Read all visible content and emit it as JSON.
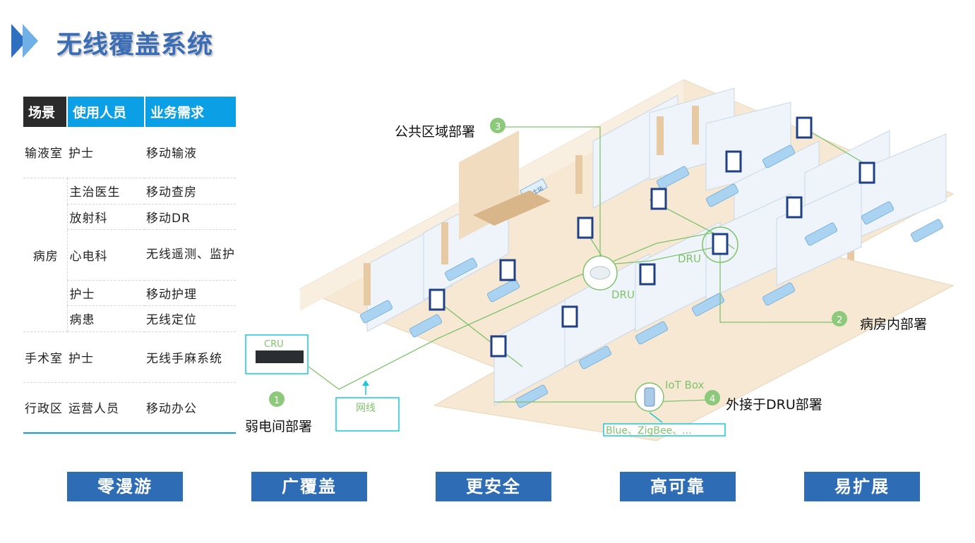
{
  "title": "无线覆盖系统",
  "table": {
    "headers": [
      "场景",
      "使用人员",
      "业务需求"
    ],
    "rows": [
      {
        "scene": "输液室",
        "person": "护士",
        "need": "移动输液"
      },
      {
        "scene": "病房",
        "person": "主治医生",
        "need": "移动查房"
      },
      {
        "scene": "",
        "person": "放射科",
        "need": "移动DR"
      },
      {
        "scene": "",
        "person": "心电科",
        "need": "无线遥测、监护"
      },
      {
        "scene": "",
        "person": "护士",
        "need": "移动护理"
      },
      {
        "scene": "",
        "person": "病患",
        "need": "无线定位"
      },
      {
        "scene": "手术室",
        "person": "护士",
        "need": "无线手麻系统"
      },
      {
        "scene": "行政区",
        "person": "运营人员",
        "need": "移动办公"
      }
    ]
  },
  "diagram": {
    "callouts": [
      {
        "num": "1",
        "label": "弱电间部署"
      },
      {
        "num": "2",
        "label": "病房内部署"
      },
      {
        "num": "3",
        "label": "公共区域部署"
      },
      {
        "num": "4",
        "label": "外接于DRU部署"
      }
    ],
    "device_labels": {
      "cru": "CRU",
      "dru_1": "DRU",
      "dru_2": "DRU",
      "network_cable": "网线",
      "iot_box": "IoT Box",
      "protocols": "Blue、ZigBee、..."
    },
    "sign_text": "护士站",
    "colors": {
      "line_green": "#7fc36b",
      "callout_green": "#8cc97a",
      "cyan": "#19c9d8",
      "ap_blue": "#1f3f87",
      "title_blue": "#3a6db5"
    }
  },
  "features": [
    "零漫游",
    "广覆盖",
    "更安全",
    "高可靠",
    "易扩展"
  ]
}
